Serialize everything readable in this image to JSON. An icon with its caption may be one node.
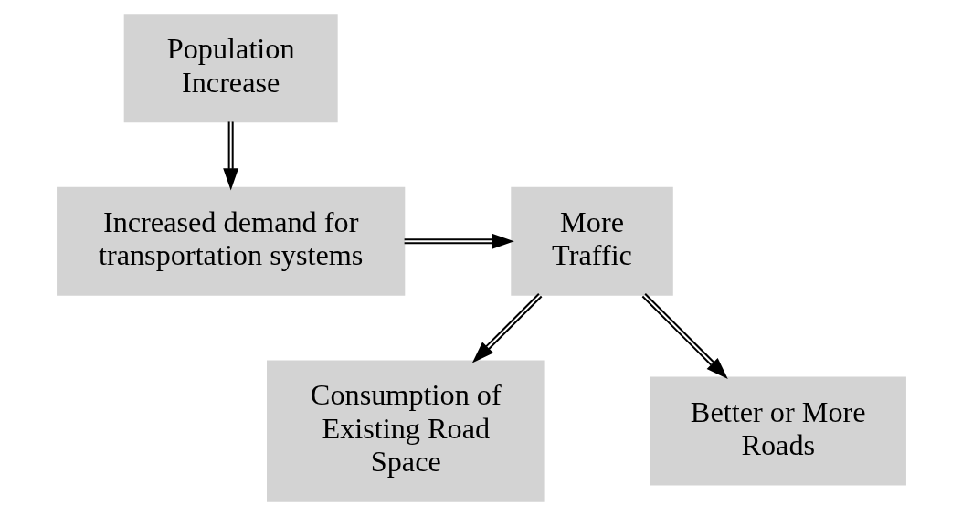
{
  "diagram": {
    "nodes": [
      {
        "text": [
          "Population Increase"
        ]
      },
      {
        "text": [
          "Increased demand for transportation systems"
        ]
      },
      {
        "text": [
          "More Traffic"
        ]
      },
      {
        "text": [
          "Consumption of Existing Road Space"
        ]
      },
      {
        "text": [
          "Better or More Roads"
        ]
      }
    ],
    "edges": [
      {
        "from": 0,
        "to": 1,
        "arrow": "to"
      },
      {
        "from": 1,
        "to": 2,
        "arrow": "to"
      },
      {
        "from": 2,
        "to": 3,
        "arrow": "to"
      },
      {
        "from": 2,
        "to": 4,
        "arrow": "to"
      }
    ]
  }
}
